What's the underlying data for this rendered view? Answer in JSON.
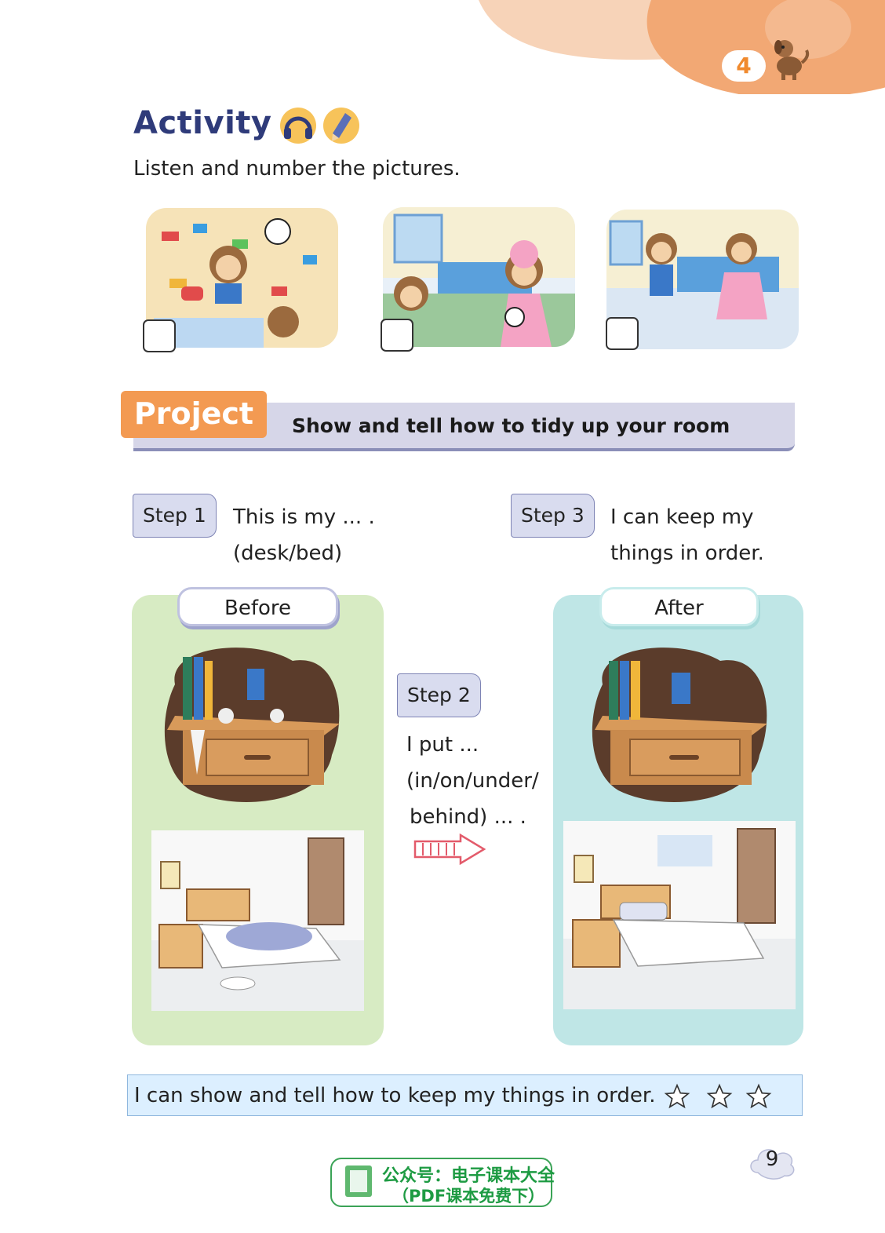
{
  "unit_badge": {
    "number": "4"
  },
  "activity": {
    "title": "Activity",
    "instruction": "Listen and number the pictures.",
    "pictures": [
      {
        "name": "messy-room-toys"
      },
      {
        "name": "mother-points-at-toys"
      },
      {
        "name": "tidy-room"
      }
    ]
  },
  "project": {
    "label": "Project",
    "text": "Show and tell how to tidy up your room"
  },
  "steps": {
    "step1": {
      "label": "Step 1",
      "line1": "This is my ... .",
      "line2": "(desk/bed)"
    },
    "step2": {
      "label": "Step 2",
      "line1": "I put ...",
      "line2": "(in/on/under/",
      "line3": "behind) ... ."
    },
    "step3": {
      "label": "Step 3",
      "line1": "I can keep my",
      "line2": "things in order."
    }
  },
  "frames": {
    "before": {
      "label": "Before"
    },
    "after": {
      "label": "After"
    }
  },
  "can_do": {
    "text": "I can show and tell how to keep my things in order.",
    "stars": 3
  },
  "page_number": "9",
  "watermark": {
    "line1": "公众号：电子课本大全",
    "line2": "（PDF课本免费下）"
  },
  "colors": {
    "title": "#2f3b7a",
    "project": "#f39a52",
    "before_frame": "#d7ebc3",
    "after_frame": "#bfe6e6"
  }
}
